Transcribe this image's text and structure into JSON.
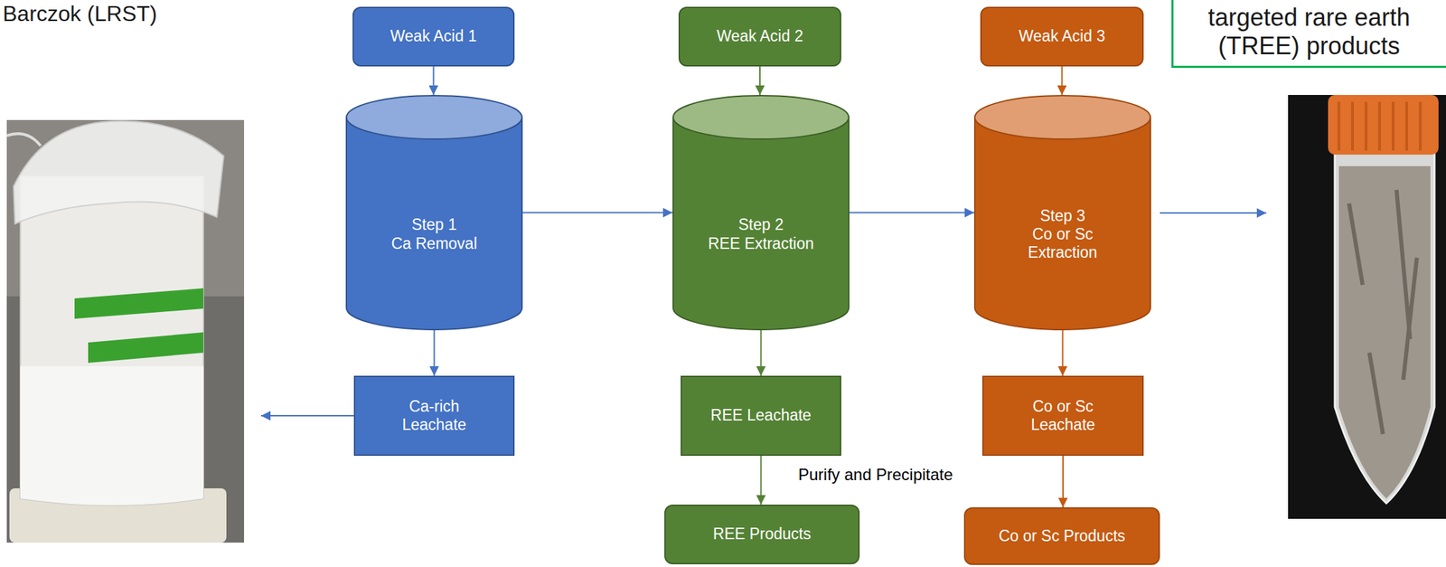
{
  "diagram": {
    "nodes": [
      {
        "text": [
          "Weak Acid 1"
        ]
      },
      {
        "text": [
          "Step 1",
          "Ca Removal"
        ]
      },
      {
        "text": [
          "Ca-rich Leachate"
        ]
      },
      {
        "text": [
          "Weak Acid 2"
        ]
      },
      {
        "text": [
          "Step 2",
          "REE Extraction"
        ]
      },
      {
        "text": [
          "REE Leachate"
        ]
      },
      {
        "text": [
          "REE Products"
        ]
      },
      {
        "text": [
          "Weak Acid 3"
        ]
      },
      {
        "text": [
          "Step 3",
          "Co or Sc Extraction"
        ]
      },
      {
        "text": [
          "Co or Sc Leachate"
        ]
      },
      {
        "text": [
          "Co or Sc Products"
        ]
      },
      {
        "text": [
          "targeted rare earth (TREE) products"
        ]
      }
    ],
    "edges": [
      {
        "from": 0,
        "to": 1,
        "arrow": "to"
      },
      {
        "from": 1,
        "to": 2,
        "arrow": "to"
      },
      {
        "from": 1,
        "to": 4,
        "arrow": "to"
      },
      {
        "from": 3,
        "to": 4,
        "arrow": "to"
      },
      {
        "from": 4,
        "to": 5,
        "arrow": "to"
      },
      {
        "from": 5,
        "to": 6,
        "arrow": "to",
        "label": "Purify and Precipitate"
      },
      {
        "from": 4,
        "to": 8,
        "arrow": "to"
      },
      {
        "from": 7,
        "to": 8,
        "arrow": "to"
      },
      {
        "from": 8,
        "to": 9,
        "arrow": "to"
      },
      {
        "from": 9,
        "to": 10,
        "arrow": "to"
      }
    ],
    "labels": [
      "Barczok (LRST)"
    ]
  }
}
